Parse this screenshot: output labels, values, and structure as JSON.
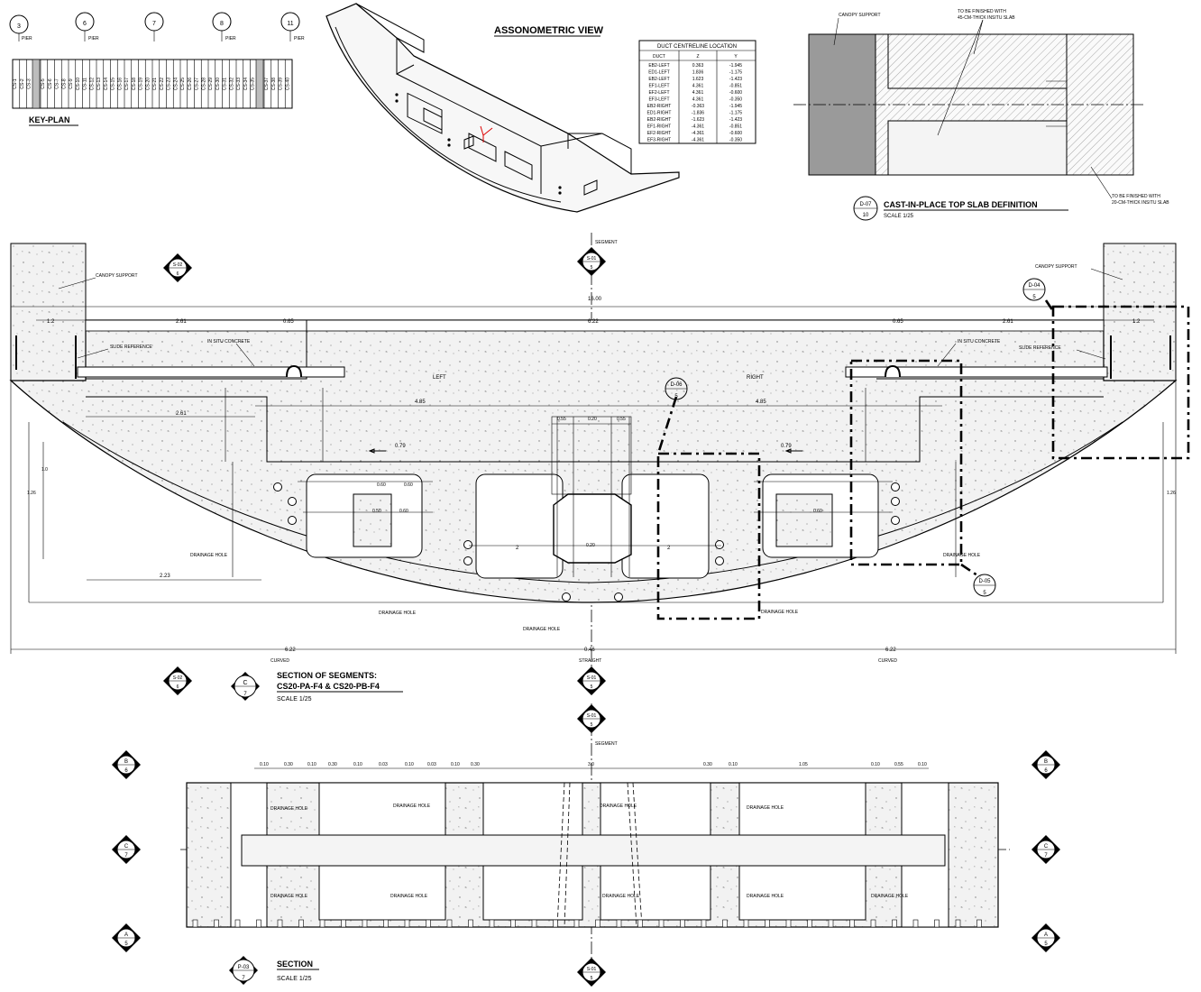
{
  "key_plan": {
    "title": "KEY-PLAN",
    "grids": [
      "3",
      "6",
      "7",
      "8",
      "11"
    ],
    "pier_labels": [
      "PIER",
      "PIER",
      "PIER",
      "PIER"
    ]
  },
  "assonometric": {
    "title": "ASSONOMETRIC VIEW"
  },
  "duct_table": {
    "title": "DUCT CENTRELINE LOCATION",
    "headers": [
      "DUCT",
      "Z",
      "Y"
    ],
    "rows": [
      [
        "EB2-LEFT",
        "0.363",
        "-1.945"
      ],
      [
        "ED1-LEFT",
        "1.836",
        "-1.175"
      ],
      [
        "EB2-LEFT",
        "1.623",
        "-1.423"
      ],
      [
        "EF1-LEFT",
        "4.361",
        "-0.851"
      ],
      [
        "EF2-LEFT",
        "4.361",
        "-0.600"
      ],
      [
        "EF3-LEFT",
        "4.361",
        "-0.350"
      ],
      [
        "EB2-RIGHT",
        "-0.363",
        "-1.945"
      ],
      [
        "ED1-RIGHT",
        "-1.836",
        "-1.175"
      ],
      [
        "EB2-RIGHT",
        "-1.623",
        "-1.423"
      ],
      [
        "EF1-RIGHT",
        "-4.361",
        "-0.851"
      ],
      [
        "EF2-RIGHT",
        "-4.361",
        "-0.600"
      ],
      [
        "EF3-RIGHT",
        "-4.361",
        "-0.350"
      ]
    ]
  },
  "top_slab": {
    "title": "CAST-IN-PLACE TOP SLAB DEFINITION",
    "scale": "SCALE 1/25",
    "tag_id": "D-07",
    "tag_sheet": "10",
    "canopy_label": "CANOPY SUPPORT",
    "note_top_1": "TO BE FINISHED WITH",
    "note_top_2": "45-CM-THICK INSITU SLAB",
    "note_bot_1": "TO BE FINISHED WITH",
    "note_bot_2": "20-CM-THICK INSITU SLAB"
  },
  "section_c": {
    "title": "SECTION OF SEGMENTS:",
    "title2": "CS20-PA-F4 & CS20-PB-F4",
    "scale": "SCALE 1/25",
    "tag_id": "C",
    "tag_sheet": "7",
    "canopy_left": "CANOPY SUPPORT",
    "canopy_right": "CANOPY SUPPORT",
    "in_situ_left": "IN SITU CONCRETE",
    "in_situ_right": "IN SITU CONCRETE",
    "slide_left": "SLIDE REFERENCE",
    "slide_right": "SLIDE REFERENCE",
    "left": "LEFT",
    "right": "RIGHT",
    "segment": "SEGMENT",
    "drainage": "DRAINAGE HOLE",
    "curved_l": "CURVED",
    "curved_r": "CURVED",
    "straight": "STRAIGHT",
    "s01": "S-01",
    "s02": "S-02",
    "d04": "D-04",
    "d05": "D-05",
    "d06": "D-06",
    "five": "5",
    "six": "6"
  },
  "section_p": {
    "title": "SECTION",
    "scale": "SCALE 1/25",
    "tag_id": "P-03",
    "tag_sheet": "7",
    "segment": "SEGMENT",
    "drainage": "DRAINAGE HOLE",
    "markers": [
      [
        "B",
        "6"
      ],
      [
        "C",
        "7"
      ],
      [
        "A",
        "5"
      ]
    ],
    "s01": "S-01",
    "five": "5"
  }
}
